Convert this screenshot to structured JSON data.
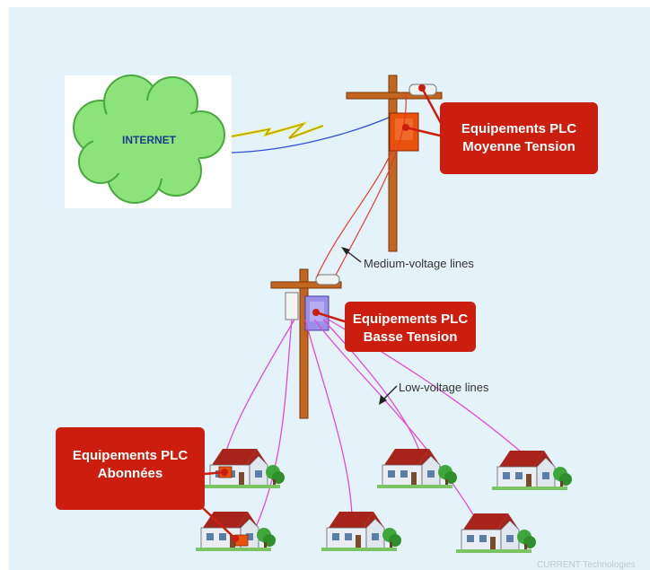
{
  "diagram": {
    "cloud_label": "INTERNET",
    "callouts": {
      "medium": {
        "line1": "Equipements PLC",
        "line2": "Moyenne Tension"
      },
      "low": {
        "line1": "Equipements PLC",
        "line2": "Basse Tension"
      },
      "subscriber": {
        "line1": "Equipements PLC",
        "line2": "Abonnées"
      }
    },
    "line_labels": {
      "medium_voltage": "Medium-voltage lines",
      "low_voltage": "Low-voltage lines"
    },
    "credit": "CURRENT Technologies"
  },
  "colors": {
    "background": "#e4f2fa",
    "callout": "#cc1e0e",
    "pole": "#c2651e",
    "medium_wire": "#e83a2a",
    "low_wire": "#e24ad6",
    "cloud": "#8ce37a",
    "box_orange": "#e8530c",
    "box_blue": "#9b90e8"
  }
}
